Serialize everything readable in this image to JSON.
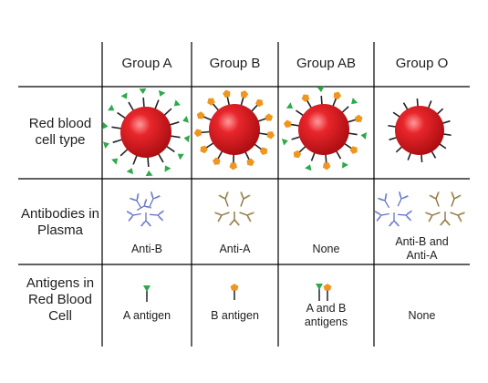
{
  "columns": [
    {
      "header": "Group A",
      "antibodies": "Anti-B",
      "antigens": "A antigen"
    },
    {
      "header": "Group B",
      "antibodies": "Anti-A",
      "antigens": "B antigen"
    },
    {
      "header": "Group AB",
      "antibodies": "None",
      "antigens": "A and B antigens"
    },
    {
      "header": "Group O",
      "antibodies": "Anti-B and Anti-A",
      "antigens": "None"
    }
  ],
  "rows": {
    "cell_type": "Red blood cell type",
    "antibodies": "Antibodies in Plasma",
    "antigens": "Antigens in Red Blood Cell"
  },
  "colors": {
    "cell_red": "#d8151b",
    "antigen_a": "#2da84a",
    "antigen_b": "#f0961e",
    "antibody_blue": "#5a6cc0",
    "antibody_tan": "#b59a5a",
    "grid": "#000000"
  },
  "icons": {
    "antigen_a": "green-triangle-antigen",
    "antigen_b": "orange-pentagon-antigen",
    "antibody": "y-shaped-antibody"
  }
}
